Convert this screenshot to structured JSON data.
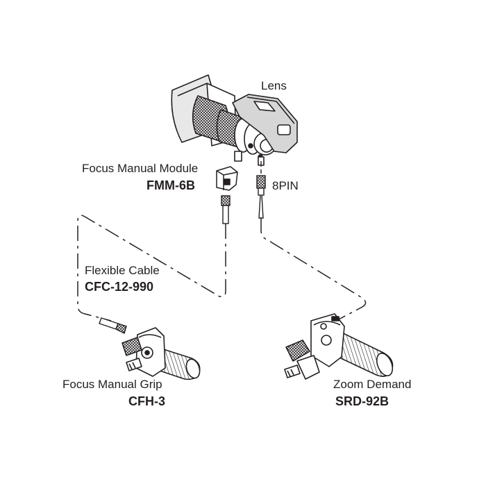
{
  "colors": {
    "ink": "#231f20",
    "background": "#ffffff",
    "body_grey": "#cfcfcf"
  },
  "labels": {
    "lens": "Lens",
    "fmm_name": "Focus Manual Module",
    "fmm_model": "FMM-6B",
    "pin": "8PIN",
    "cable_name": "Flexible Cable",
    "cable_model": "CFC-12-990",
    "grip_name": "Focus Manual Grip",
    "grip_model": "CFH-3",
    "zoom_name": "Zoom Demand",
    "zoom_model": "SRD-92B"
  }
}
